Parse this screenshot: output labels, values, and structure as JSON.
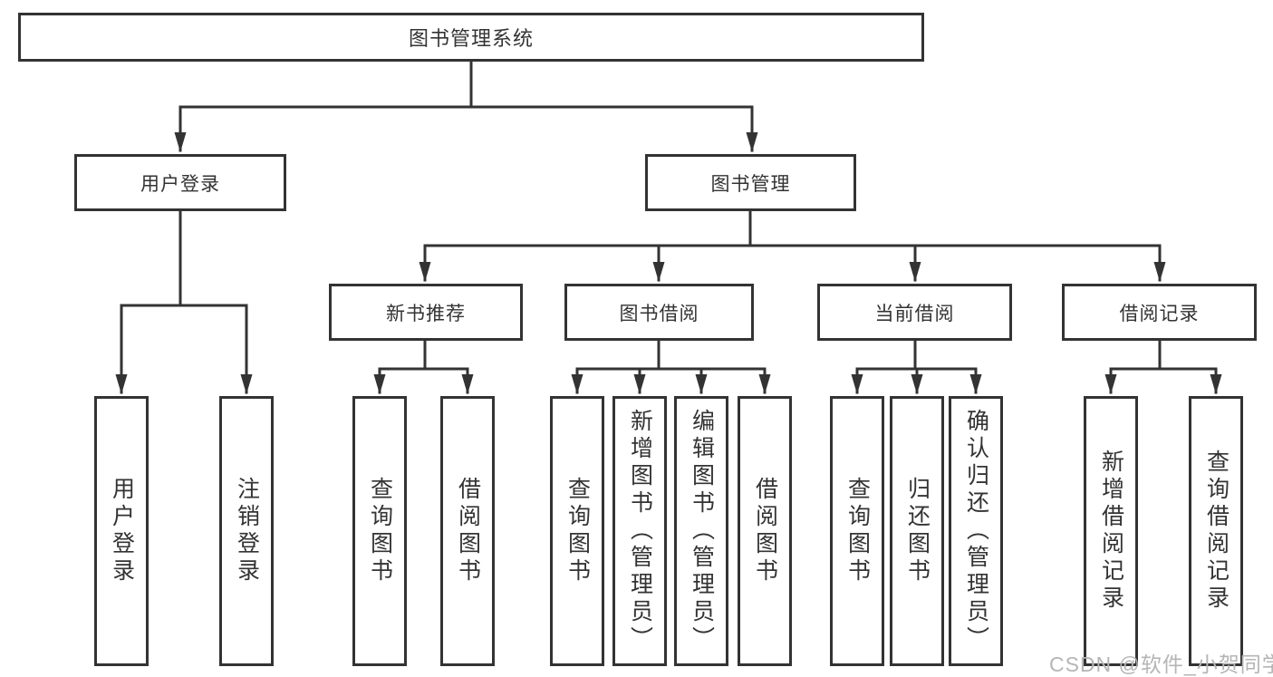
{
  "diagram": {
    "type": "hierarchy-tree",
    "root": {
      "label": "图书管理系统"
    },
    "level2": {
      "user_login": {
        "label": "用户登录"
      },
      "book_management": {
        "label": "图书管理"
      }
    },
    "level3": {
      "new_book_recommend": {
        "label": "新书推荐"
      },
      "book_borrow": {
        "label": "图书借阅"
      },
      "current_borrow": {
        "label": "当前借阅"
      },
      "borrow_record": {
        "label": "借阅记录"
      }
    },
    "leaves": {
      "user_login_leaf": "用户登录",
      "logout_leaf": "注销登录",
      "query_book_under_recommend": "查询图书",
      "borrow_book_under_recommend": "借阅图书",
      "query_book_under_borrow": "查询图书",
      "add_book_admin": "新增图书（管理员）",
      "edit_book_admin": "编辑图书（管理员）",
      "borrow_book_under_borrow": "借阅图书",
      "query_book_under_current": "查询图书",
      "return_book": "归还图书",
      "confirm_return_admin": "确认归还（管理员）",
      "add_borrow_record": "新增借阅记录",
      "query_borrow_record": "查询借阅记录"
    },
    "edges": [
      {
        "from": "图书管理系统",
        "to": "用户登录"
      },
      {
        "from": "图书管理系统",
        "to": "图书管理"
      },
      {
        "from": "用户登录",
        "to": "用户登录"
      },
      {
        "from": "用户登录",
        "to": "注销登录"
      },
      {
        "from": "图书管理",
        "to": "新书推荐"
      },
      {
        "from": "图书管理",
        "to": "图书借阅"
      },
      {
        "from": "图书管理",
        "to": "当前借阅"
      },
      {
        "from": "图书管理",
        "to": "借阅记录"
      },
      {
        "from": "新书推荐",
        "to": "查询图书"
      },
      {
        "from": "新书推荐",
        "to": "借阅图书"
      },
      {
        "from": "图书借阅",
        "to": "查询图书"
      },
      {
        "from": "图书借阅",
        "to": "新增图书（管理员）"
      },
      {
        "from": "图书借阅",
        "to": "编辑图书（管理员）"
      },
      {
        "from": "图书借阅",
        "to": "借阅图书"
      },
      {
        "from": "当前借阅",
        "to": "查询图书"
      },
      {
        "from": "当前借阅",
        "to": "归还图书"
      },
      {
        "from": "当前借阅",
        "to": "确认归还（管理员）"
      },
      {
        "from": "借阅记录",
        "to": "新增借阅记录"
      },
      {
        "from": "借阅记录",
        "to": "查询借阅记录"
      }
    ]
  },
  "watermark": "CSDN @软件_小贺同学",
  "colors": {
    "line": "#333333",
    "text": "#333333",
    "box_background": "#ffffff",
    "watermark": "#b5b5b5",
    "page_background": "#ffffff"
  }
}
